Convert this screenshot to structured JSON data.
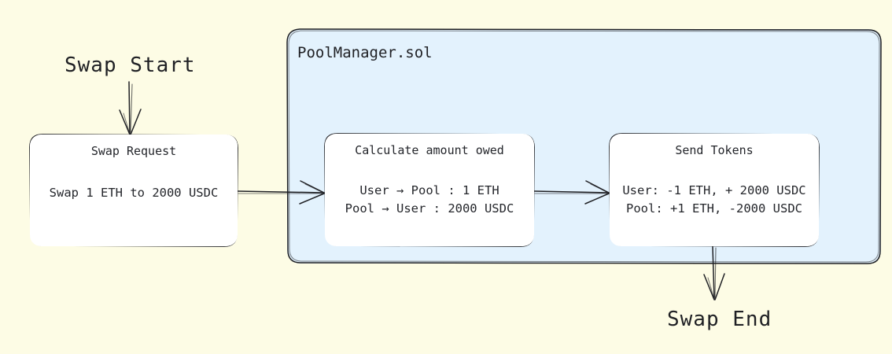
{
  "diagram": {
    "type": "flowchart",
    "background_color": "#fdfce5",
    "start_label": "Swap Start",
    "end_label": "Swap End",
    "container": {
      "label": "PoolManager.sol",
      "fill_color": "#e3f2fd",
      "border_color": "#1f2024"
    },
    "nodes": [
      {
        "id": "swap-request",
        "title": "Swap Request",
        "body_lines": [
          "Swap 1 ETH to 2000 USDC"
        ],
        "inside_container": false
      },
      {
        "id": "calculate-amount-owed",
        "title": "Calculate amount owed",
        "body_lines": [
          "User → Pool : 1 ETH",
          "Pool → User : 2000 USDC"
        ],
        "inside_container": true
      },
      {
        "id": "send-tokens",
        "title": "Send Tokens",
        "body_lines": [
          "User: -1 ETH, + 2000 USDC",
          "Pool: +1 ETH, -2000 USDC"
        ],
        "inside_container": true
      }
    ],
    "edges": [
      {
        "from": "swap-start",
        "to": "swap-request",
        "direction": "down"
      },
      {
        "from": "swap-request",
        "to": "calculate-amount-owed",
        "direction": "right"
      },
      {
        "from": "calculate-amount-owed",
        "to": "send-tokens",
        "direction": "right"
      },
      {
        "from": "send-tokens",
        "to": "swap-end",
        "direction": "down"
      }
    ]
  }
}
